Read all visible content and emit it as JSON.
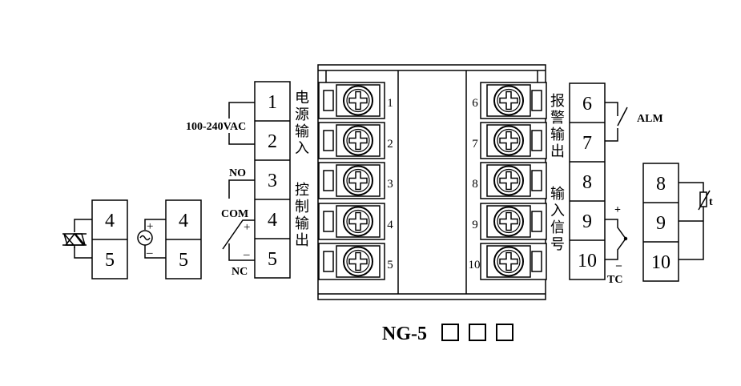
{
  "model": {
    "name": "NG-5",
    "suffix_boxes": 3
  },
  "left_block": {
    "terminals": [
      "1",
      "2",
      "3",
      "4",
      "5"
    ]
  },
  "left_labels": {
    "power_input": [
      "电",
      "源",
      "输",
      "入"
    ],
    "control_output": [
      "控",
      "制",
      "输",
      "出"
    ]
  },
  "supply_label": "100-240VAC",
  "relay_labels": {
    "no": "NO",
    "com": "COM",
    "nc": "NC"
  },
  "signs": {
    "plus": "+",
    "minus": "–"
  },
  "ssr_block": {
    "terminals": [
      "4",
      "5"
    ]
  },
  "ac_block": {
    "terminals": [
      "4",
      "5"
    ]
  },
  "device": {
    "left_numbers": [
      "1",
      "2",
      "3",
      "4",
      "5"
    ],
    "right_numbers": [
      "6",
      "7",
      "8",
      "9",
      "10"
    ]
  },
  "right_block": {
    "terminals": [
      "6",
      "7",
      "8",
      "9",
      "10"
    ]
  },
  "right_labels": {
    "alarm_output": [
      "报",
      "警",
      "输",
      "出"
    ],
    "input_signal": [
      "输",
      "入",
      "信",
      "号"
    ]
  },
  "alarm_label": "ALM",
  "tc_label": "TC",
  "rtd_block": {
    "terminals": [
      "8",
      "9",
      "10"
    ]
  },
  "rtd_symbol": "t"
}
